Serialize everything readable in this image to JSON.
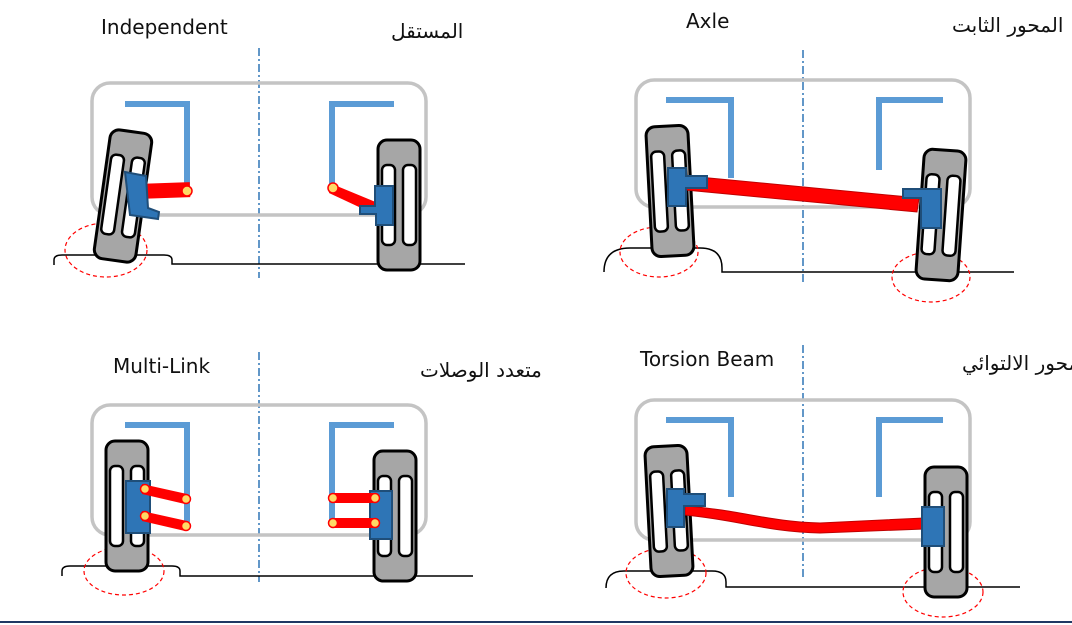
{
  "colors": {
    "body_frame": "#c4c4c4",
    "bracket": "#5b9bd5",
    "hub": "#2e75b6",
    "hub_stroke": "#1f4e79",
    "link": "#ff0000",
    "joint": "#ffd966",
    "tire_tread": "#a6a6a6",
    "centerline": "#2e75b6",
    "contact_ellipse": "#ff0000"
  },
  "panels": {
    "independent": {
      "label_en": "Independent",
      "label_ar": "المستقل"
    },
    "axle": {
      "label_en": "Axle",
      "label_ar": "المحور الثابت"
    },
    "multilink": {
      "label_en": "Multi-Link",
      "label_ar": "متعدد الوصلات"
    },
    "torsion": {
      "label_en": "Torsion Beam",
      "label_ar": "المحور الالتوائي"
    }
  }
}
